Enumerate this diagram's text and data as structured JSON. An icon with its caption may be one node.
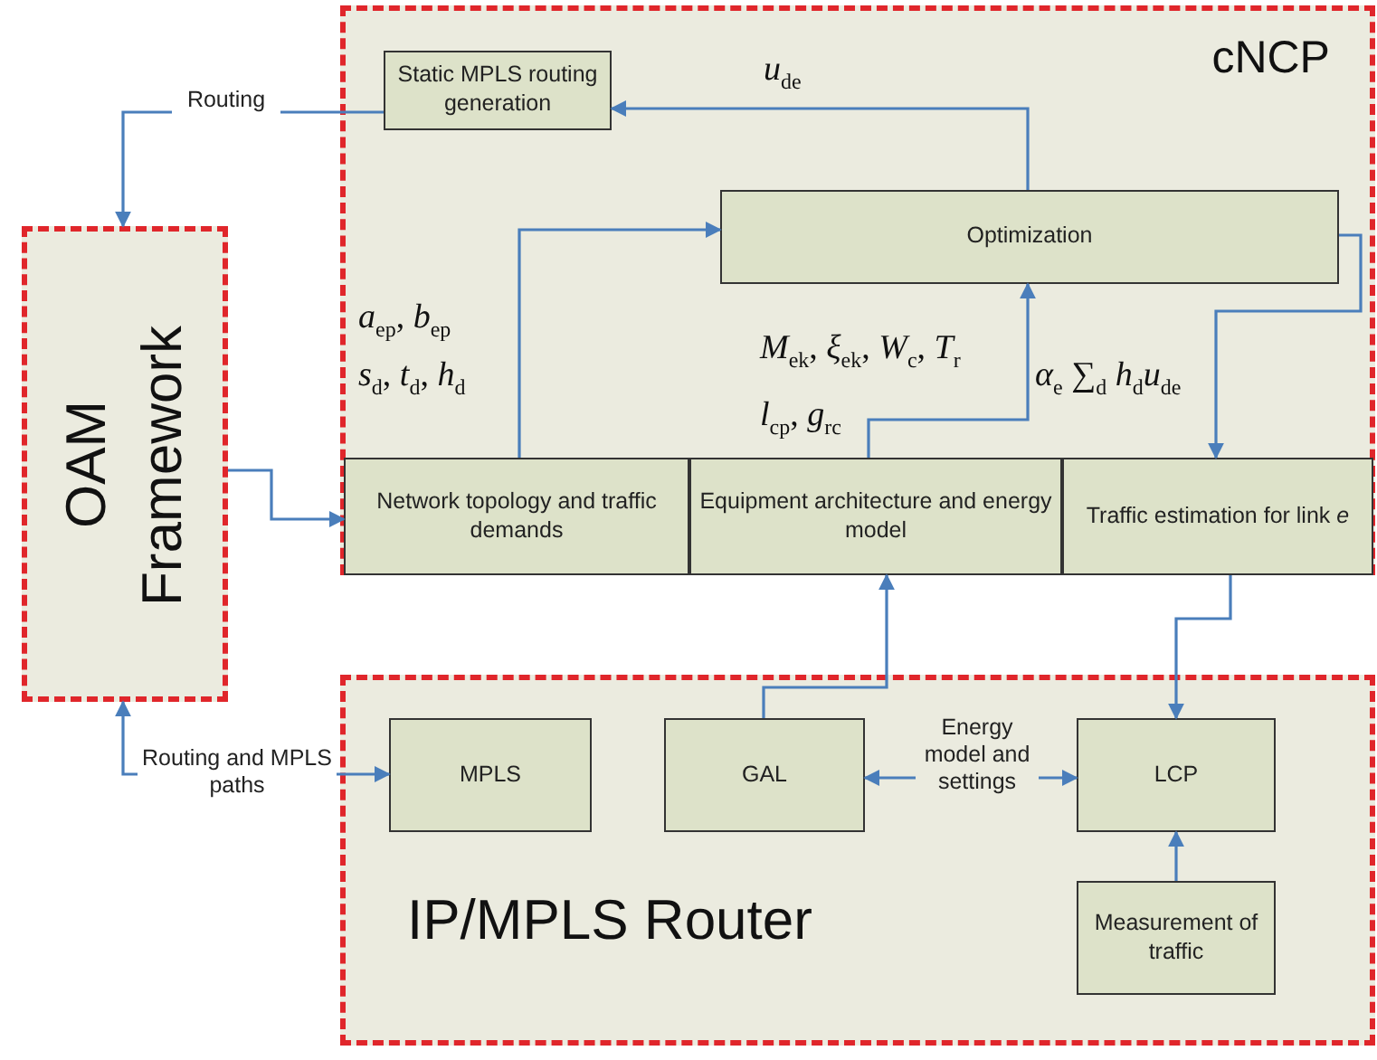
{
  "diagram": {
    "nodes": [
      {
        "text": [
          "cNCP"
        ]
      },
      {
        "text": [
          "Static MPLS routing generation"
        ],
        "in": 0
      },
      {
        "text": [
          "Optimization"
        ],
        "in": 0
      },
      {
        "text": [
          "Network topology and traffic demands"
        ],
        "in": 0
      },
      {
        "text": [
          "Equipment architecture and energy model"
        ],
        "in": 0
      },
      {
        "text": [
          "Traffic estimation for link *e*"
        ],
        "in": 0
      },
      {
        "text": [
          "OAM Framework"
        ]
      },
      {
        "text": [
          "IP/MPLS Router"
        ]
      },
      {
        "text": [
          "MPLS"
        ],
        "in": 7
      },
      {
        "text": [
          "GAL"
        ],
        "in": 7
      },
      {
        "text": [
          "LCP"
        ],
        "in": 7
      },
      {
        "text": [
          "Measurement of traffic"
        ],
        "in": 7
      }
    ],
    "edges": [
      {
        "from": 1,
        "to": 6,
        "arrow": "to",
        "label": "Routing"
      },
      {
        "from": 2,
        "to": 1,
        "arrow": "to"
      },
      {
        "from": 3,
        "to": 2,
        "arrow": "to"
      },
      {
        "from": 4,
        "to": 2,
        "arrow": "to"
      },
      {
        "from": 2,
        "to": 5,
        "arrow": "to"
      },
      {
        "from": 6,
        "to": 3,
        "arrow": "to"
      },
      {
        "from": 9,
        "to": 4,
        "arrow": "to"
      },
      {
        "from": 5,
        "to": 10,
        "arrow": "to"
      },
      {
        "from": 6,
        "to": 8,
        "arrow": "both",
        "label": "Routing and MPLS paths"
      },
      {
        "from": 9,
        "to": 10,
        "arrow": "both",
        "label": "Energy model and settings"
      },
      {
        "from": 11,
        "to": 10,
        "arrow": "to"
      }
    ],
    "labels": [
      "*u*$_{de}$",
      "*a*$_{ep}$, *b*$_{ep}$",
      "*M*$_{ek}$, *ξ*$_{ek}$, *W*$_{c}$, *T*$_{r}$",
      "*s*$_{d}$, *t*$_{d}$, *h*$_{d}$",
      "*α*$_{e}$ ∑$_{d}$ *h*$_{d}$*u*$_{de}$",
      "*l*$_{cp}$, *g*$_{rc}$"
    ]
  }
}
